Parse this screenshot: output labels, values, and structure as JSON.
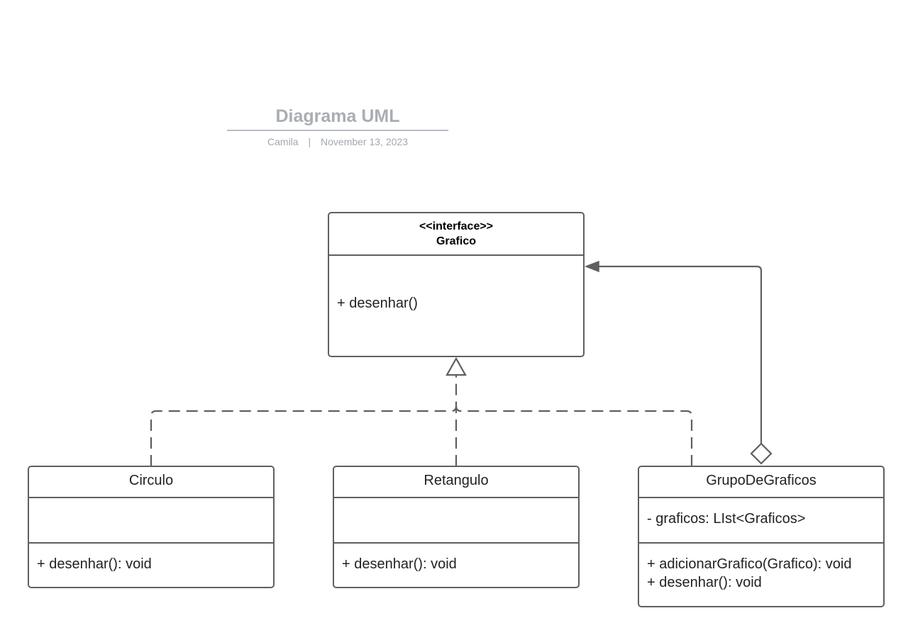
{
  "title": {
    "text": "Diagrama UML",
    "author": "Camila",
    "separator": "|",
    "date": "November 13, 2023"
  },
  "classes": {
    "grafico": {
      "stereotype": "<<interface>>",
      "name": "Grafico",
      "operations": [
        "+ desenhar()"
      ]
    },
    "circulo": {
      "name": "Circulo",
      "attributes": [],
      "operations": [
        "+ desenhar(): void"
      ]
    },
    "retangulo": {
      "name": "Retangulo",
      "attributes": [],
      "operations": [
        "+ desenhar(): void"
      ]
    },
    "grupo": {
      "name": "GrupoDeGraficos",
      "attributes": [
        "- graficos: LIst<Graficos>"
      ],
      "operations": [
        "+ adicionarGrafico(Grafico): void",
        "+ desenhar(): void"
      ]
    }
  },
  "relations": [
    {
      "from": "Circulo",
      "to": "Grafico",
      "type": "realization"
    },
    {
      "from": "Retangulo",
      "to": "Grafico",
      "type": "realization"
    },
    {
      "from": "GrupoDeGraficos",
      "to": "Grafico",
      "type": "realization"
    },
    {
      "from": "GrupoDeGraficos",
      "to": "Grafico",
      "type": "aggregation"
    }
  ],
  "colors": {
    "line": "#5f5f5f",
    "title": "#a9adb4",
    "text": "#222222"
  }
}
